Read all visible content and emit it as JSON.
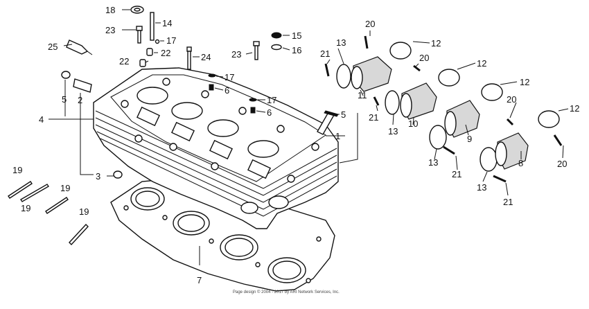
{
  "diagram": {
    "callouts": [
      {
        "id": "c18",
        "text": "18"
      },
      {
        "id": "c14",
        "text": "14"
      },
      {
        "id": "c23a",
        "text": "23"
      },
      {
        "id": "c17a",
        "text": "17"
      },
      {
        "id": "c25",
        "text": "25"
      },
      {
        "id": "c22a",
        "text": "22"
      },
      {
        "id": "c22b",
        "text": "22"
      },
      {
        "id": "c24",
        "text": "24"
      },
      {
        "id": "c15",
        "text": "15"
      },
      {
        "id": "c23b",
        "text": "23"
      },
      {
        "id": "c16",
        "text": "16"
      },
      {
        "id": "c17b",
        "text": "17"
      },
      {
        "id": "c6a",
        "text": "6"
      },
      {
        "id": "c17c",
        "text": "17"
      },
      {
        "id": "c6b",
        "text": "6"
      },
      {
        "id": "c5a",
        "text": "5"
      },
      {
        "id": "c2",
        "text": "2"
      },
      {
        "id": "c4",
        "text": "4"
      },
      {
        "id": "c3",
        "text": "3"
      },
      {
        "id": "c19a",
        "text": "19"
      },
      {
        "id": "c19b",
        "text": "19"
      },
      {
        "id": "c19c",
        "text": "19"
      },
      {
        "id": "c19d",
        "text": "19"
      },
      {
        "id": "c7",
        "text": "7"
      },
      {
        "id": "c5b",
        "text": "5"
      },
      {
        "id": "c1",
        "text": "1"
      },
      {
        "id": "c20a",
        "text": "20"
      },
      {
        "id": "c13a",
        "text": "13"
      },
      {
        "id": "c12a",
        "text": "12"
      },
      {
        "id": "c21a",
        "text": "21"
      },
      {
        "id": "c20b",
        "text": "20"
      },
      {
        "id": "c11",
        "text": "11"
      },
      {
        "id": "c12b",
        "text": "12"
      },
      {
        "id": "c12c",
        "text": "12"
      },
      {
        "id": "c21b",
        "text": "21"
      },
      {
        "id": "c13b",
        "text": "13"
      },
      {
        "id": "c10",
        "text": "10"
      },
      {
        "id": "c20c",
        "text": "20"
      },
      {
        "id": "c9",
        "text": "9"
      },
      {
        "id": "c12d",
        "text": "12"
      },
      {
        "id": "c13c",
        "text": "13"
      },
      {
        "id": "c21c",
        "text": "21"
      },
      {
        "id": "c8",
        "text": "8"
      },
      {
        "id": "c20d",
        "text": "20"
      },
      {
        "id": "c13d",
        "text": "13"
      },
      {
        "id": "c21d",
        "text": "21"
      }
    ],
    "copyright": "Page design © 2004 - 2017 by ARI Network Services, Inc."
  }
}
